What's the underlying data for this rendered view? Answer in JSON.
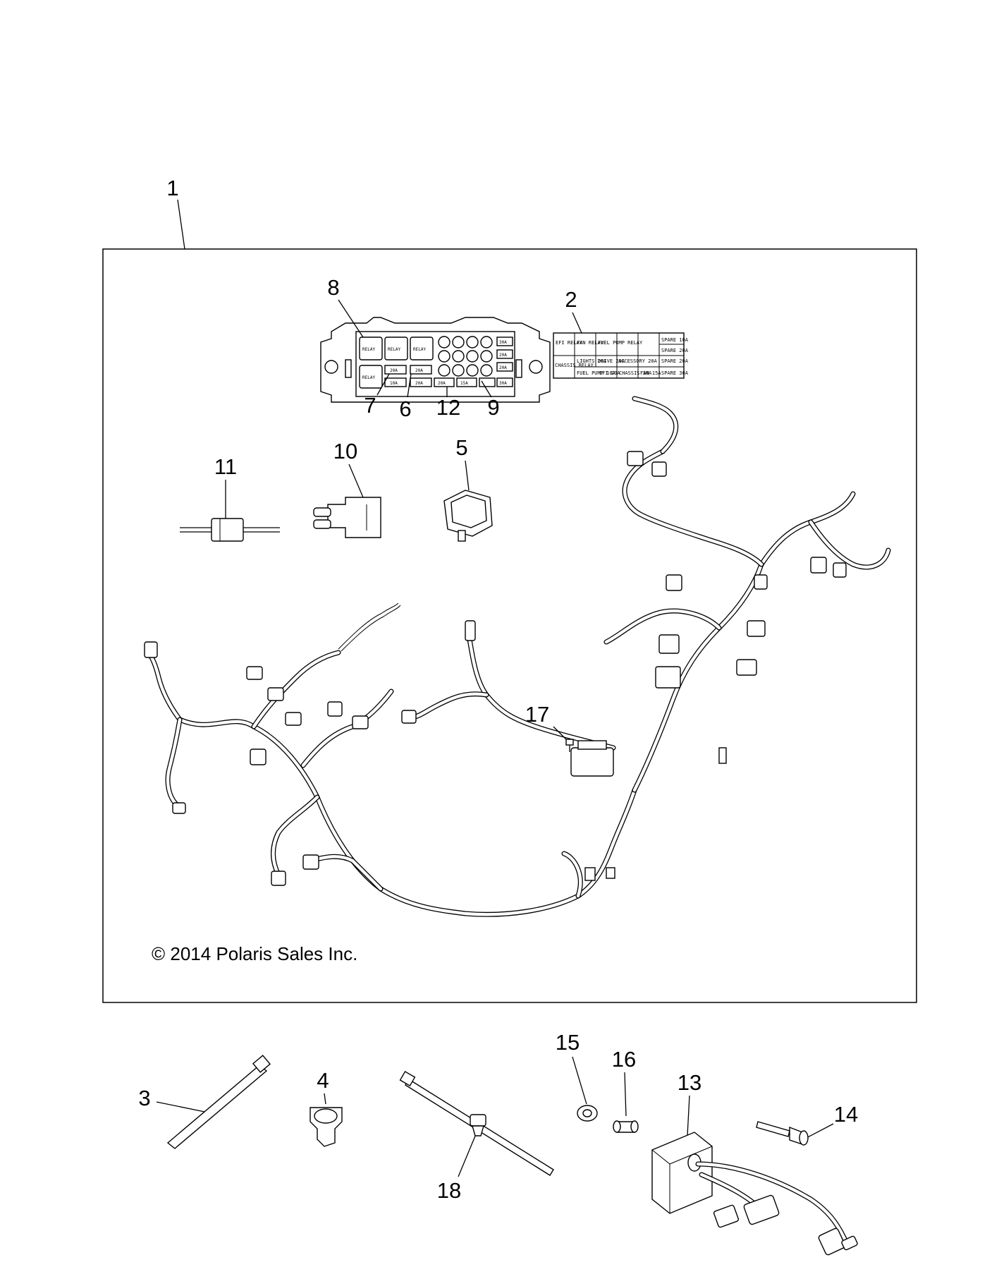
{
  "copyright": "© 2014 Polaris Sales Inc.",
  "callouts": {
    "c1": "1",
    "c2": "2",
    "c3": "3",
    "c4": "4",
    "c5": "5",
    "c6": "6",
    "c7": "7",
    "c8": "8",
    "c9": "9",
    "c10": "10",
    "c11": "11",
    "c12": "12",
    "c13": "13",
    "c14": "14",
    "c15": "15",
    "c16": "16",
    "c17": "17",
    "c18": "18"
  },
  "fuse_label": {
    "efi_relay": "EFI RELAY",
    "fan_relay": "FAN RELAY",
    "fuel_pump_relay": "FUEL PUMP RELAY",
    "chassis_relay": "CHASSIS RELAY",
    "lights": "LIGHTS 20A",
    "drive": "DRIVE 20A",
    "accessory": "ACCESSORY 20A",
    "spare_20a_top": "SPARE 20A",
    "fuel_pump": "FUEL PUMP 10A",
    "efi": "EFI 20A",
    "chassis": "CHASSIS 30A",
    "fan": "FAN 15A",
    "spare_30a": "SPARE 30A",
    "spare_10a": "SPARE 10A",
    "spare_20a": "SPARE 20A"
  }
}
